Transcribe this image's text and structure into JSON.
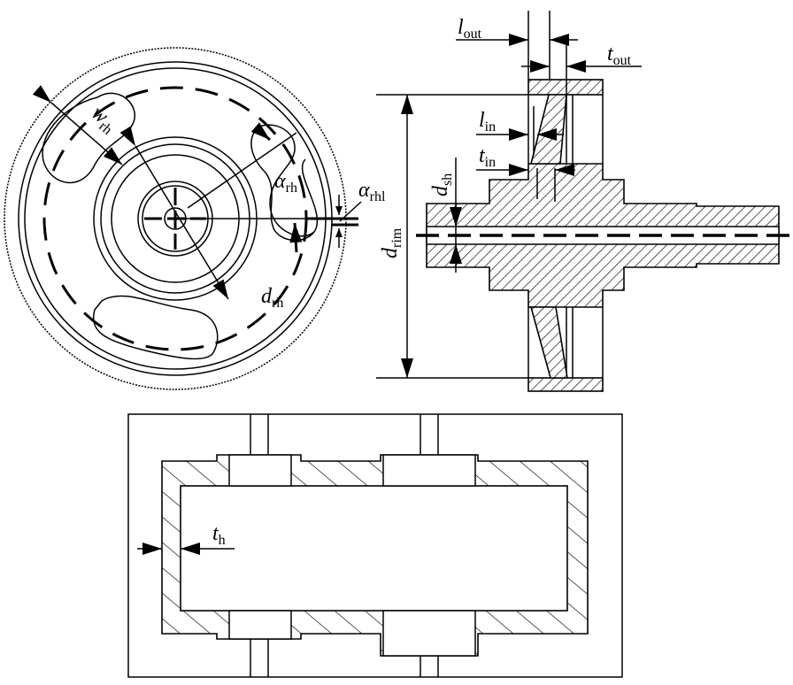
{
  "labels": {
    "w_rh": {
      "main": "w",
      "sub": "rh"
    },
    "alpha_rh": {
      "main": "α",
      "sub": "rh"
    },
    "alpha_rhl": {
      "main": "α",
      "sub": "rhl"
    },
    "d_rh": {
      "main": "d",
      "sub": "rh"
    },
    "d_rim": {
      "main": "d",
      "sub": "rim"
    },
    "d_sh": {
      "main": "d",
      "sub": "sh"
    },
    "l_out": {
      "main": "l",
      "sub": "out"
    },
    "t_out": {
      "main": "t",
      "sub": "out"
    },
    "l_in": {
      "main": "l",
      "sub": "in"
    },
    "t_in": {
      "main": "t",
      "sub": "in"
    },
    "t_h": {
      "main": "t",
      "sub": "h"
    }
  }
}
